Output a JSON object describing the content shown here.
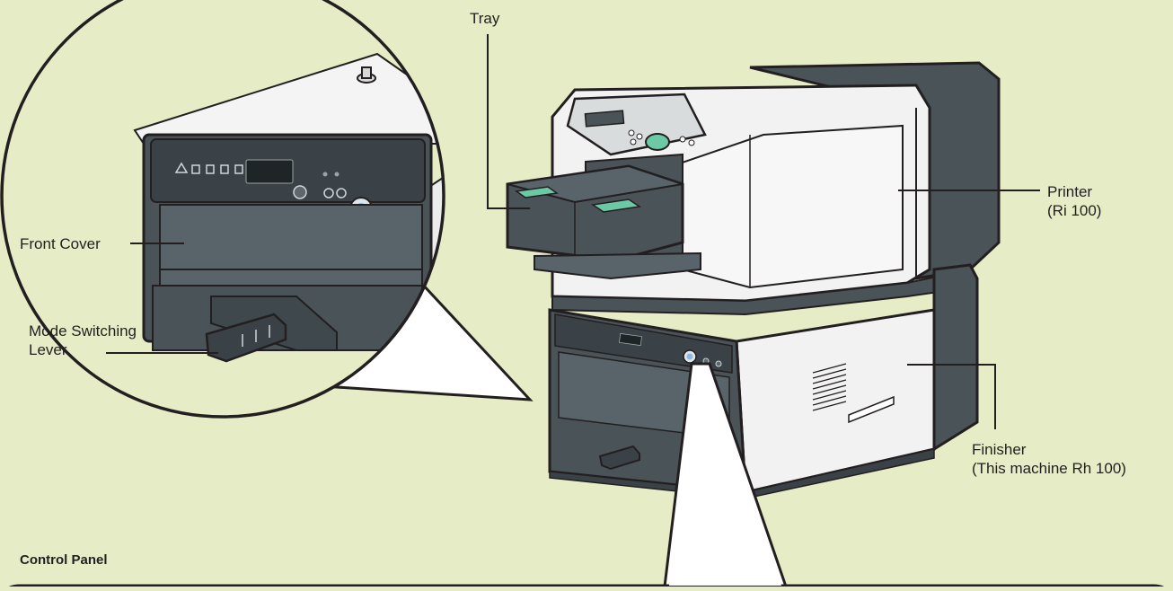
{
  "labels": {
    "tray": "Tray",
    "printer_line1": "Printer",
    "printer_line2": "(Ri 100)",
    "front_cover": "Front Cover",
    "mode_line1": "Mode Switching",
    "mode_line2": "Lever",
    "finisher_line1": "Finisher",
    "finisher_line2": "(This machine Rh 100)",
    "control_panel": "Control Panel"
  },
  "colors": {
    "background": "#e6edc6",
    "body_dark": "#4a5358",
    "body_light": "#f2f2f2",
    "outline": "#231f20",
    "accent_green": "#6cc9a6",
    "button_blue": "#8fb8df"
  }
}
